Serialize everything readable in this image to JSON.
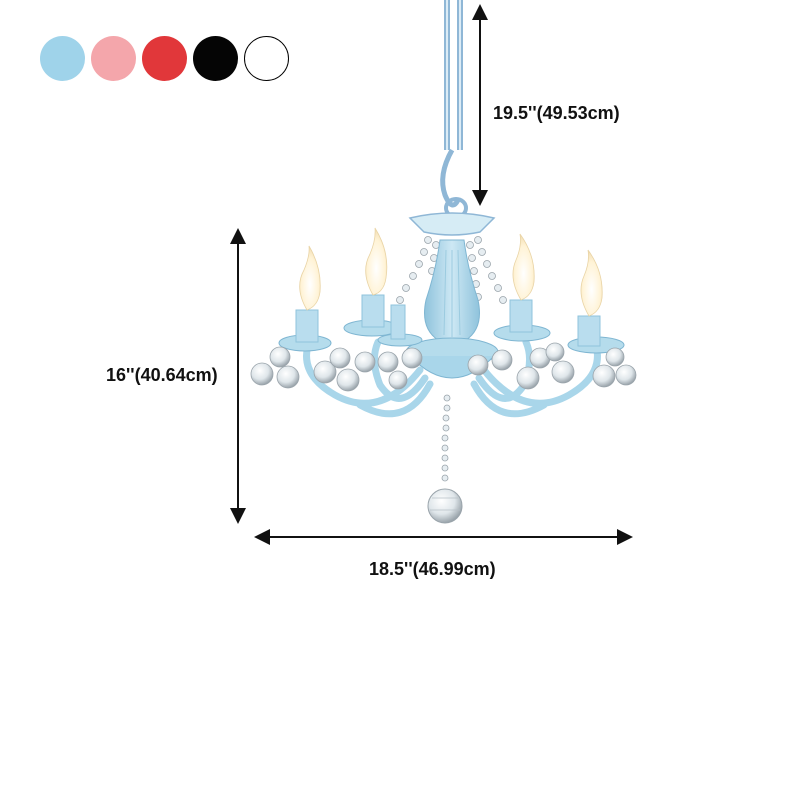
{
  "color_options": [
    {
      "name": "blue",
      "color": "#9fd3ea"
    },
    {
      "name": "pink",
      "color": "#f4a6ab"
    },
    {
      "name": "red",
      "color": "#e1373a"
    },
    {
      "name": "black",
      "color": "#050505"
    },
    {
      "name": "white",
      "color": "#ffffff"
    }
  ],
  "dimensions": {
    "chain_length": "19.5''(49.53cm)",
    "height": "16''(40.64cm)",
    "width": "18.5''(46.99cm)"
  },
  "colors": {
    "fixture_blue": "#a9d6ea",
    "fixture_blue_dark": "#7fb6d2",
    "crystal": "#e8eef2",
    "crystal_edge": "#9aa4ab",
    "flame": "#fff6e0",
    "arrow": "#111111",
    "chain": "#8fb7d6"
  },
  "icons": {
    "product": "chandelier-icon"
  }
}
